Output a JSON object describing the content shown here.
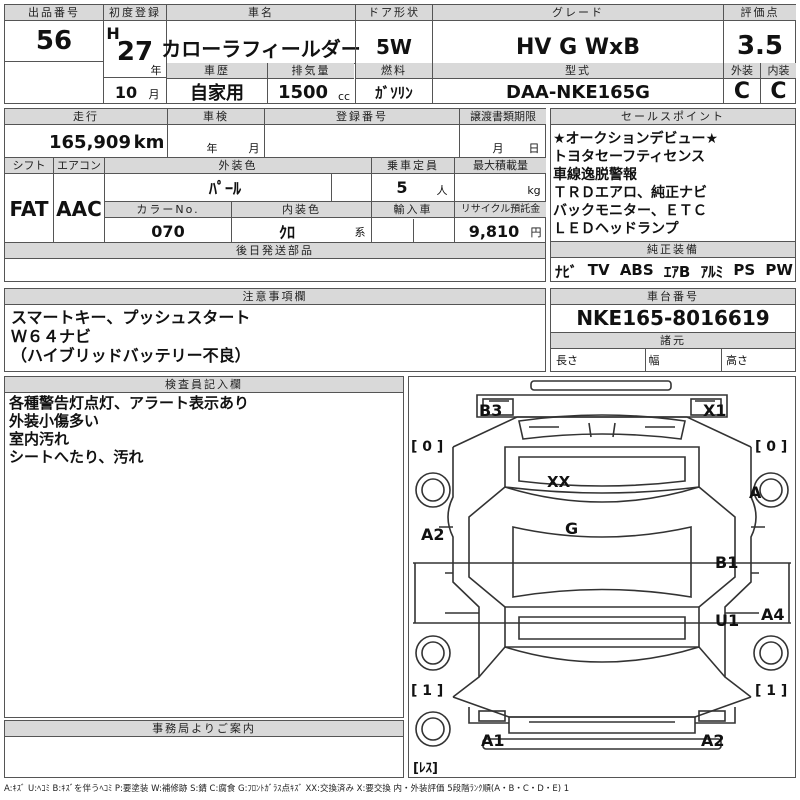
{
  "header": {
    "lot_no_label": "出品番号",
    "lot_no": "56",
    "first_reg_label": "初度登録",
    "era": "H",
    "year": "27",
    "year_unit": "年",
    "car_name_label": "車名",
    "car_name": "カローラフィールダー",
    "door_label": "ドア形状",
    "door": "5W",
    "grade_label": "グレード",
    "grade": "HV G WxB",
    "score_label": "評価点",
    "score": "3.5",
    "exterior_label": "外装",
    "exterior": "C",
    "interior_label": "内装",
    "interior": "C",
    "month": "10",
    "month_unit": "月",
    "history_label": "車歴",
    "history": "自家用",
    "displacement_label": "排気量",
    "displacement": "1500",
    "displacement_unit": "cc",
    "fuel_label": "燃料",
    "fuel": "ｶﾞｿﾘﾝ",
    "model_label": "型式",
    "model": "DAA-NKE165G"
  },
  "details": {
    "mileage_label": "走行",
    "mileage": "165,909",
    "mileage_unit": "km",
    "inspection_label": "車検",
    "insp_year_unit": "年",
    "insp_month_unit": "月",
    "reg_no_label": "登録番号",
    "transfer_label": "譲渡書類期限",
    "transfer_month_unit": "月",
    "transfer_day_unit": "日",
    "shift_label": "シフト",
    "shift": "FAT",
    "ac_label": "エアコン",
    "ac": "AAC",
    "ext_color_label": "外装色",
    "ext_color": "ﾊﾟｰﾙ",
    "capacity_label": "乗車定員",
    "capacity": "5",
    "capacity_unit": "人",
    "max_load_label": "最大積載量",
    "max_load_unit": "kg",
    "color_no_label": "カラーNo.",
    "color_no": "070",
    "int_color_label": "内装色",
    "int_color": "ｸﾛ",
    "int_color_unit": "系",
    "import_label": "輸入車",
    "recycle_label": "リサイクル預託金",
    "recycle": "9,810",
    "recycle_unit": "円",
    "later_parts_label": "後日発送部品"
  },
  "sales_points": {
    "label": "セールスポイント",
    "lines": [
      "★オークションデビュー★",
      "トヨタセーフティセンス",
      "車線逸脱警報",
      "ＴＲＤエアロ、純正ナビ",
      "バックモニター、ＥＴＣ",
      "ＬＥＤヘッドランプ"
    ]
  },
  "equipment": {
    "label": "純正装備",
    "items": [
      "ﾅﾋﾞ",
      "TV",
      "ABS",
      "ｴｱB",
      "ｱﾙﾐ",
      "PS",
      "PW"
    ]
  },
  "notes": {
    "label": "注意事項欄",
    "lines": [
      "スマートキー、プッシュスタート",
      "Ｗ６４ナビ",
      "（ハイブリッドバッテリー不良）"
    ]
  },
  "chassis": {
    "label": "車台番号",
    "value": "NKE165-8016619",
    "dims_label": "諸元",
    "length_label": "長さ",
    "width_label": "幅",
    "height_label": "高さ"
  },
  "inspector": {
    "label": "検査員記入欄",
    "lines": [
      "各種警告灯点灯、アラート表示あり",
      "外装小傷多い",
      "室内汚れ",
      "シートへたり、汚れ"
    ]
  },
  "office": {
    "label": "事務局よりご案内"
  },
  "diagram": {
    "marks": {
      "b3": "B3",
      "x1": "X1",
      "xx": "XX",
      "a_right": "A",
      "g": "G",
      "a2_left": "A2",
      "b1": "B1",
      "u1": "U1",
      "a4": "A4",
      "a1": "A1",
      "a2_bottom": "A2"
    },
    "tires": {
      "fl": "[ 0 ]",
      "fr": "[ 0 ]",
      "rl": "[ 1 ]",
      "rr": "[ 1 ]",
      "spare": "[ﾚｽ]"
    }
  },
  "legend": "A:ｷｽﾞ U:ﾍｺﾐ B:ｷｽﾞを伴うﾍｺﾐ P:要塗装 W:補修跡 S:錆 C:腐食 G:ﾌﾛﾝﾄｶﾞﾗｽ点ｷｽﾞ XX:交換済み X:要交換 内・外装評価 5段階ﾗﾝｸ順(A・B・C・D・E) 1"
}
